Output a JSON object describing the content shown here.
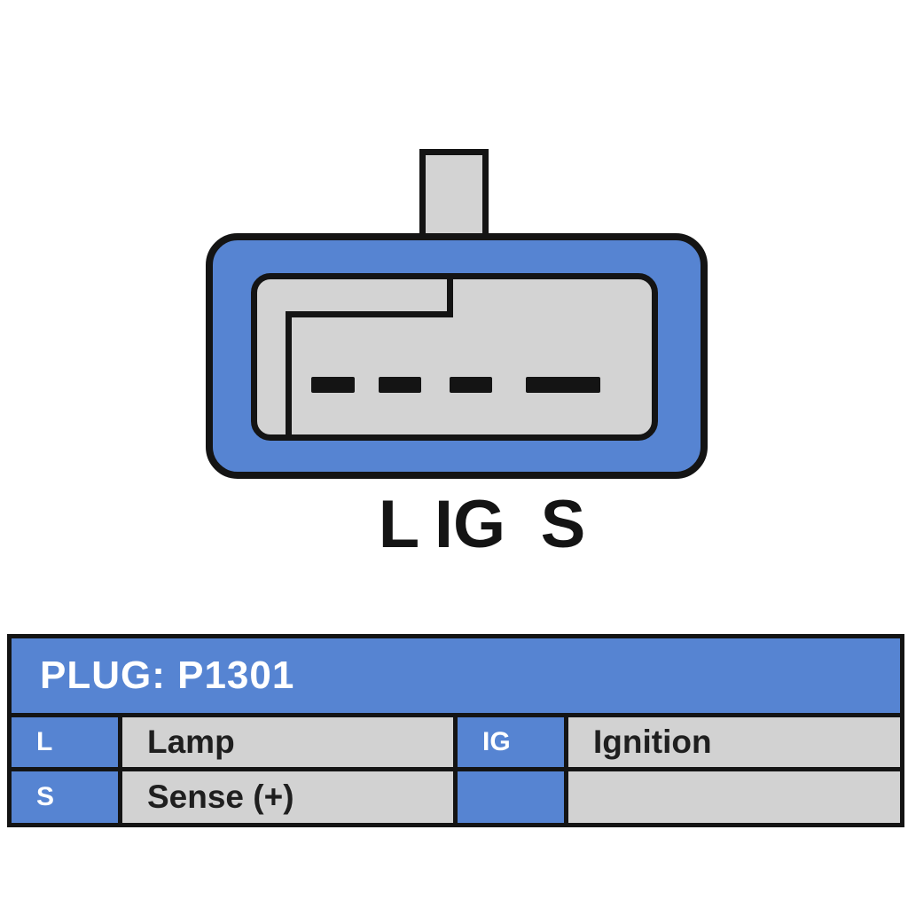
{
  "connector": {
    "pin_count": 4,
    "pin_labels": {
      "l": "L",
      "ig": "IG",
      "s": "S"
    }
  },
  "table": {
    "header": "PLUG: P1301",
    "rows": [
      [
        {
          "label": "L",
          "value": "Lamp"
        },
        {
          "label": "IG",
          "value": "Ignition"
        }
      ],
      [
        {
          "label": "S",
          "value": "Sense (+)"
        },
        {
          "label": "",
          "value": ""
        }
      ]
    ]
  },
  "colors": {
    "accent_blue": "#5684d2",
    "panel_gray": "#d3d3d3",
    "line_black": "#141414"
  }
}
